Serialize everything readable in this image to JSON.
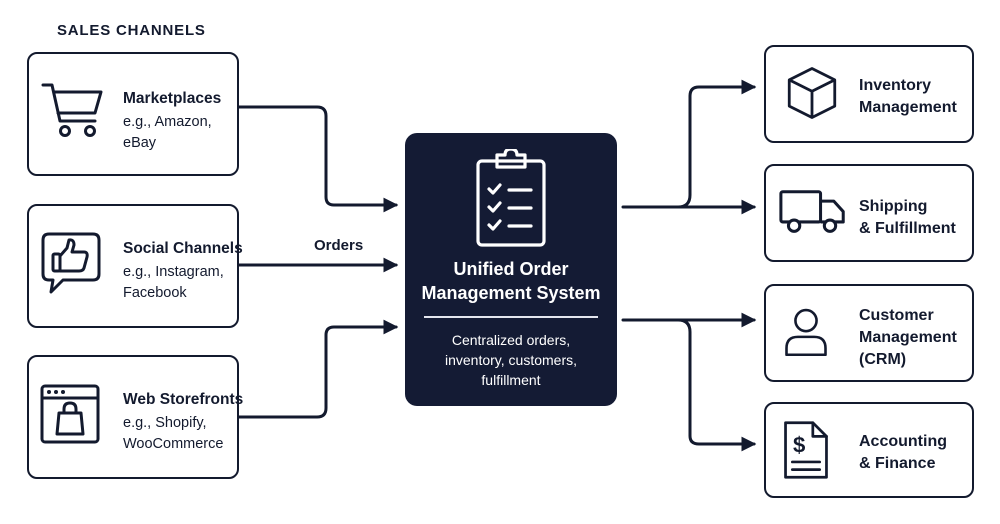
{
  "header": {
    "title": "SALES CHANNELS"
  },
  "sales_channels": [
    {
      "title": "Marketplaces",
      "subtitle_lines": [
        "e.g., Amazon,",
        "eBay"
      ],
      "icon": "shopping-cart-icon"
    },
    {
      "title": "Social Channels",
      "subtitle_lines": [
        "e.g., Instagram,",
        "Facebook"
      ],
      "icon": "thumbs-up-chat-icon"
    },
    {
      "title": "Web Storefronts",
      "subtitle_lines": [
        "e.g., Shopify,",
        "WooCommerce"
      ],
      "icon": "browser-shopping-bag-icon"
    }
  ],
  "flow_label": "Orders",
  "core": {
    "title_lines": [
      "Unified Order",
      "Management System"
    ],
    "description_lines": [
      "Centralized orders,",
      "inventory, customers,",
      "fulfillment"
    ],
    "icon": "clipboard-checklist-icon"
  },
  "outputs": [
    {
      "title_lines": [
        "Inventory",
        "Management"
      ],
      "icon": "box-icon"
    },
    {
      "title_lines": [
        "Shipping",
        "& Fulfillment"
      ],
      "icon": "truck-icon"
    },
    {
      "title_lines": [
        "Customer",
        "Management",
        "(CRM)"
      ],
      "icon": "user-icon"
    },
    {
      "title_lines": [
        "Accounting",
        "& Finance"
      ],
      "icon": "invoice-dollar-icon"
    }
  ],
  "colors": {
    "navy": "#131a2e",
    "core_background": "#141b34",
    "white": "#ffffff"
  }
}
